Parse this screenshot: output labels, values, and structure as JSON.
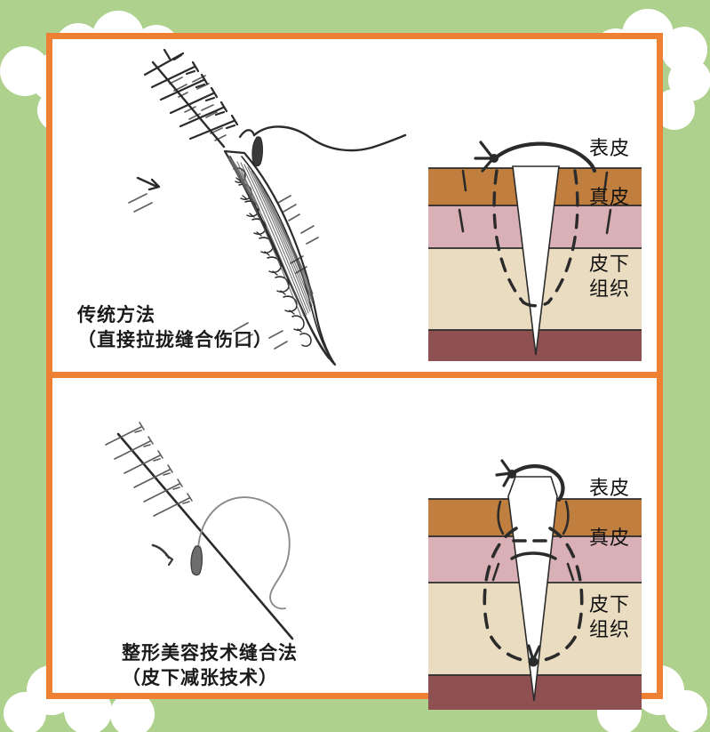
{
  "theme": {
    "background_green": "#aed18e",
    "frame_orange": "#ee8033",
    "card_white": "#ffffff",
    "epidermis_color": "#c07f3e",
    "dermis_color": "#d9b0b5",
    "subcutaneous_color": "#e9dcc0",
    "muscle_color": "#8e5050",
    "ink": "#2b2b2b"
  },
  "panels": [
    {
      "id": "traditional",
      "caption_line1": "传统方法",
      "caption_line2": "（直接拉拢缝合伤口）",
      "sketch_name": "open-wound-pulled-together-sketch",
      "cross_section_name": "traditional-suture-cross-section",
      "layers": [
        {
          "key": "epidermis",
          "label": "表皮"
        },
        {
          "key": "dermis",
          "label": "真皮"
        },
        {
          "key": "subcutaneous",
          "label": "皮下\n组织"
        }
      ]
    },
    {
      "id": "aesthetic",
      "caption_line1": "整形美容技术缝合法",
      "caption_line2": "（皮下减张技术）",
      "sketch_name": "fine-scar-line-sketch",
      "cross_section_name": "subcutaneous-tension-relief-cross-section",
      "layers": [
        {
          "key": "epidermis",
          "label": "表皮"
        },
        {
          "key": "dermis",
          "label": "真皮"
        },
        {
          "key": "subcutaneous",
          "label": "皮下\n组织"
        }
      ]
    }
  ]
}
